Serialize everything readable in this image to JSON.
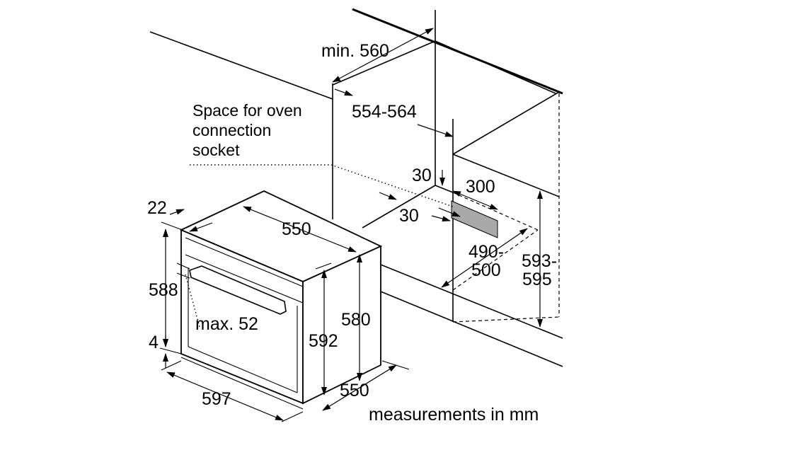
{
  "labels": {
    "min_560": "min. 560",
    "range_554_564": "554-564",
    "socket_line1": "Space for oven",
    "socket_line2": "connection",
    "socket_line3": "socket",
    "dim_30_top": "30",
    "dim_300": "300",
    "dim_30_left": "30",
    "dim_22": "22",
    "dim_550_top": "550",
    "dim_588": "588",
    "max_52": "max. 52",
    "dim_4": "4",
    "dim_592": "592",
    "dim_580": "580",
    "dim_597": "597",
    "dim_550_bottom": "550",
    "range_490_a": "490-",
    "range_490_b": "500",
    "range_593_a": "593-",
    "range_593_b": "595",
    "footer": "measurements in mm"
  }
}
